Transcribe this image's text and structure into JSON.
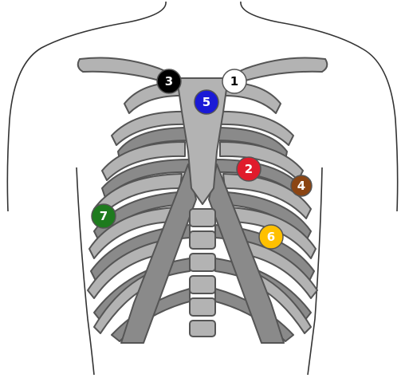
{
  "markers": [
    {
      "id": "1",
      "color": "#ffffff",
      "text_color": "#000000"
    },
    {
      "id": "2",
      "color": "#e01b2c",
      "text_color": "#ffffff"
    },
    {
      "id": "3",
      "color": "#000000",
      "text_color": "#ffffff"
    },
    {
      "id": "4",
      "color": "#8b4513",
      "text_color": "#ffffff"
    },
    {
      "id": "5",
      "color": "#1a1ad6",
      "text_color": "#ffffff"
    },
    {
      "id": "6",
      "color": "#ffc000",
      "text_color": "#ffffff"
    },
    {
      "id": "7",
      "color": "#1e7b1e",
      "text_color": "#ffffff"
    }
  ]
}
